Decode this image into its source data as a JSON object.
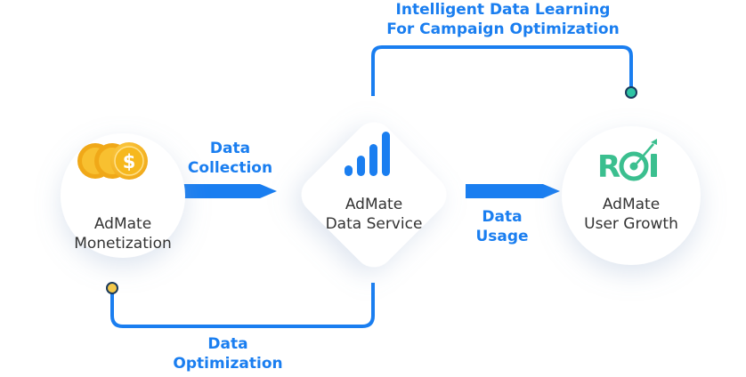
{
  "colors": {
    "accent": "#1a7ef0",
    "node_text": "#333333",
    "coin": "#f5b720",
    "roi_green": "#3bbf8f",
    "dot_fill": "#2ec4a4",
    "dot_yellow": "#f3c84a"
  },
  "nodes": {
    "monetization": {
      "icon": "gold-coins-icon",
      "line1": "AdMate",
      "line2": "Monetization"
    },
    "data_service": {
      "icon": "signal-bars-icon",
      "line1": "AdMate",
      "line2": "Data Service"
    },
    "user_growth": {
      "icon": "roi-target-icon",
      "icon_text": "ROI",
      "line1": "AdMate",
      "line2": "User Growth"
    }
  },
  "flows": {
    "collection": {
      "line1": "Data",
      "line2": "Collection"
    },
    "usage": {
      "line1": "Data",
      "line2": "Usage"
    },
    "learning": {
      "line1": "Intelligent Data Learning",
      "line2": "For Campaign Optimization"
    },
    "optimization": {
      "line1": "Data",
      "line2": "Optimization"
    }
  }
}
